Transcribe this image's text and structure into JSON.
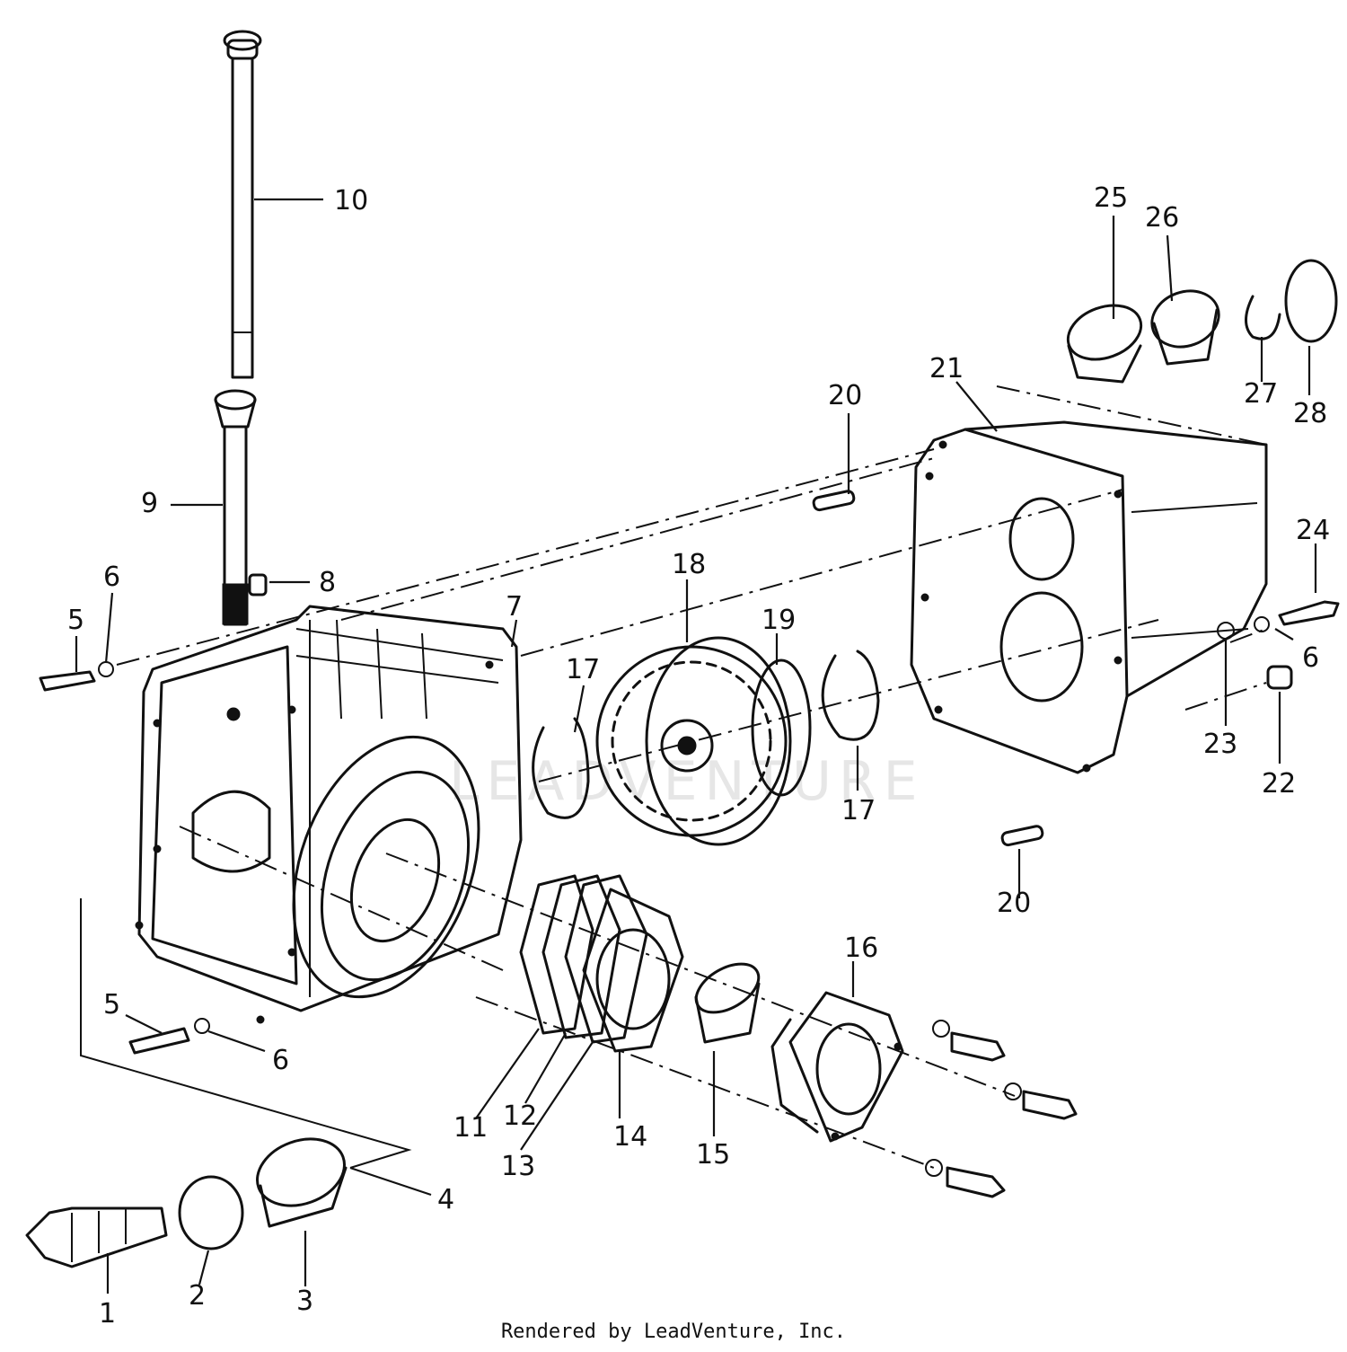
{
  "watermark": "LEADVENTURE",
  "footer": "Rendered by LeadVenture, Inc.",
  "callouts": [
    {
      "id": "p10",
      "text": "10"
    },
    {
      "id": "p9",
      "text": "9"
    },
    {
      "id": "p8",
      "text": "8"
    },
    {
      "id": "p5a",
      "text": "5"
    },
    {
      "id": "p6a",
      "text": "6"
    },
    {
      "id": "p7",
      "text": "7"
    },
    {
      "id": "p18",
      "text": "18"
    },
    {
      "id": "p19",
      "text": "19"
    },
    {
      "id": "p17a",
      "text": "17"
    },
    {
      "id": "p17b",
      "text": "17"
    },
    {
      "id": "p20a",
      "text": "20"
    },
    {
      "id": "p20b",
      "text": "20"
    },
    {
      "id": "p21",
      "text": "21"
    },
    {
      "id": "p25",
      "text": "25"
    },
    {
      "id": "p26",
      "text": "26"
    },
    {
      "id": "p27",
      "text": "27"
    },
    {
      "id": "p28",
      "text": "28"
    },
    {
      "id": "p24",
      "text": "24"
    },
    {
      "id": "p6c",
      "text": "6"
    },
    {
      "id": "p23",
      "text": "23"
    },
    {
      "id": "p22",
      "text": "22"
    },
    {
      "id": "p16",
      "text": "16"
    },
    {
      "id": "p5b",
      "text": "5"
    },
    {
      "id": "p6b",
      "text": "6"
    },
    {
      "id": "p11",
      "text": "11"
    },
    {
      "id": "p12",
      "text": "12"
    },
    {
      "id": "p13",
      "text": "13"
    },
    {
      "id": "p14",
      "text": "14"
    },
    {
      "id": "p15",
      "text": "15"
    },
    {
      "id": "p4",
      "text": "4"
    },
    {
      "id": "p1",
      "text": "1"
    },
    {
      "id": "p2",
      "text": "2"
    },
    {
      "id": "p3",
      "text": "3"
    }
  ]
}
